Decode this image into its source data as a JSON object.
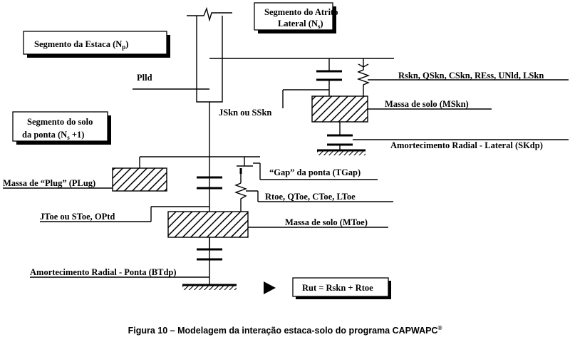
{
  "labels": {
    "segmento_estaca": "Segmento da Estaca (N",
    "segmento_estaca_sub": "p",
    "segmento_atrito_l1": "Segmento do Atrito",
    "segmento_atrito_l2": "Lateral (N",
    "segmento_atrito_sub": "s",
    "segmento_ponta_l1": "Segmento do solo",
    "segmento_ponta_l2": "da ponta (N",
    "segmento_ponta_sub": "s",
    "segmento_ponta_tail": " +1)",
    "plld": "Plld",
    "jskn": "JSkn ou SSkn",
    "rskn": "Rskn, QSkn, CSkn, REss, UNld, LSkn",
    "massa_mskn": "Massa de solo (MSkn)",
    "amortecimento_lateral": "Amortecimento Radial - Lateral (SKdp)",
    "massa_plug": "Massa de “Plug” (PLug)",
    "gap_ponta": "“Gap” da ponta (TGap)",
    "rtoe": "Rtoe, QToe, CToe, LToe",
    "jtoe": "JToe ou SToe, OPtd",
    "massa_mtoe": "Massa de solo (MToe)",
    "amortecimento_ponta": "Amortecimento Radial - Ponta (BTdp)",
    "rut": "Rut = Rskn + Rtoe"
  },
  "caption": {
    "text": "Figura 10 – Modelagem da interação estaca-solo do programa CAPWAPC",
    "mark": "®"
  }
}
